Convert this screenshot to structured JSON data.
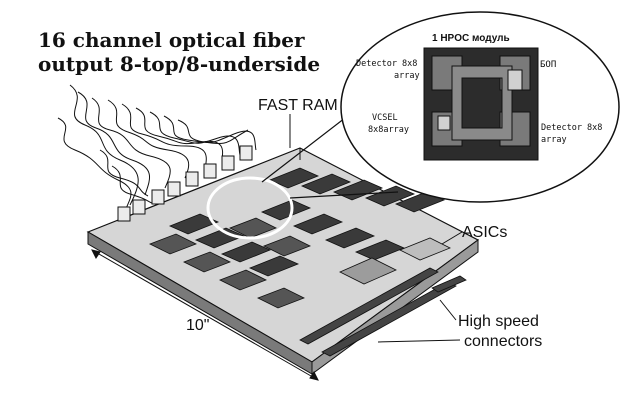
{
  "labels": {
    "title_line1": "16 channel optical fiber",
    "title_line2": "output 8-top/8-underside",
    "fast_ram": "FAST RAM",
    "asics": "ASICs",
    "dimension": "10\"",
    "high_speed_line1": "High speed",
    "high_speed_line2": "connectors"
  },
  "module_inset": {
    "title": "1 HPOC модуль",
    "detector_left_line1": "Detector 8x8",
    "detector_left_line2": "array",
    "vcsel_line1": "VCSEL",
    "vcsel_line2": "8x8array",
    "detector_right_line1": "Detector 8x8",
    "detector_right_line2": "array",
    "bom_label": "БОП"
  },
  "colors": {
    "ink": "#111111",
    "board_top": "#d6d6d6",
    "board_side": "#7a7a7a",
    "chip_dark": "#3a3a3a",
    "highlight_circle": "#ffffff"
  }
}
